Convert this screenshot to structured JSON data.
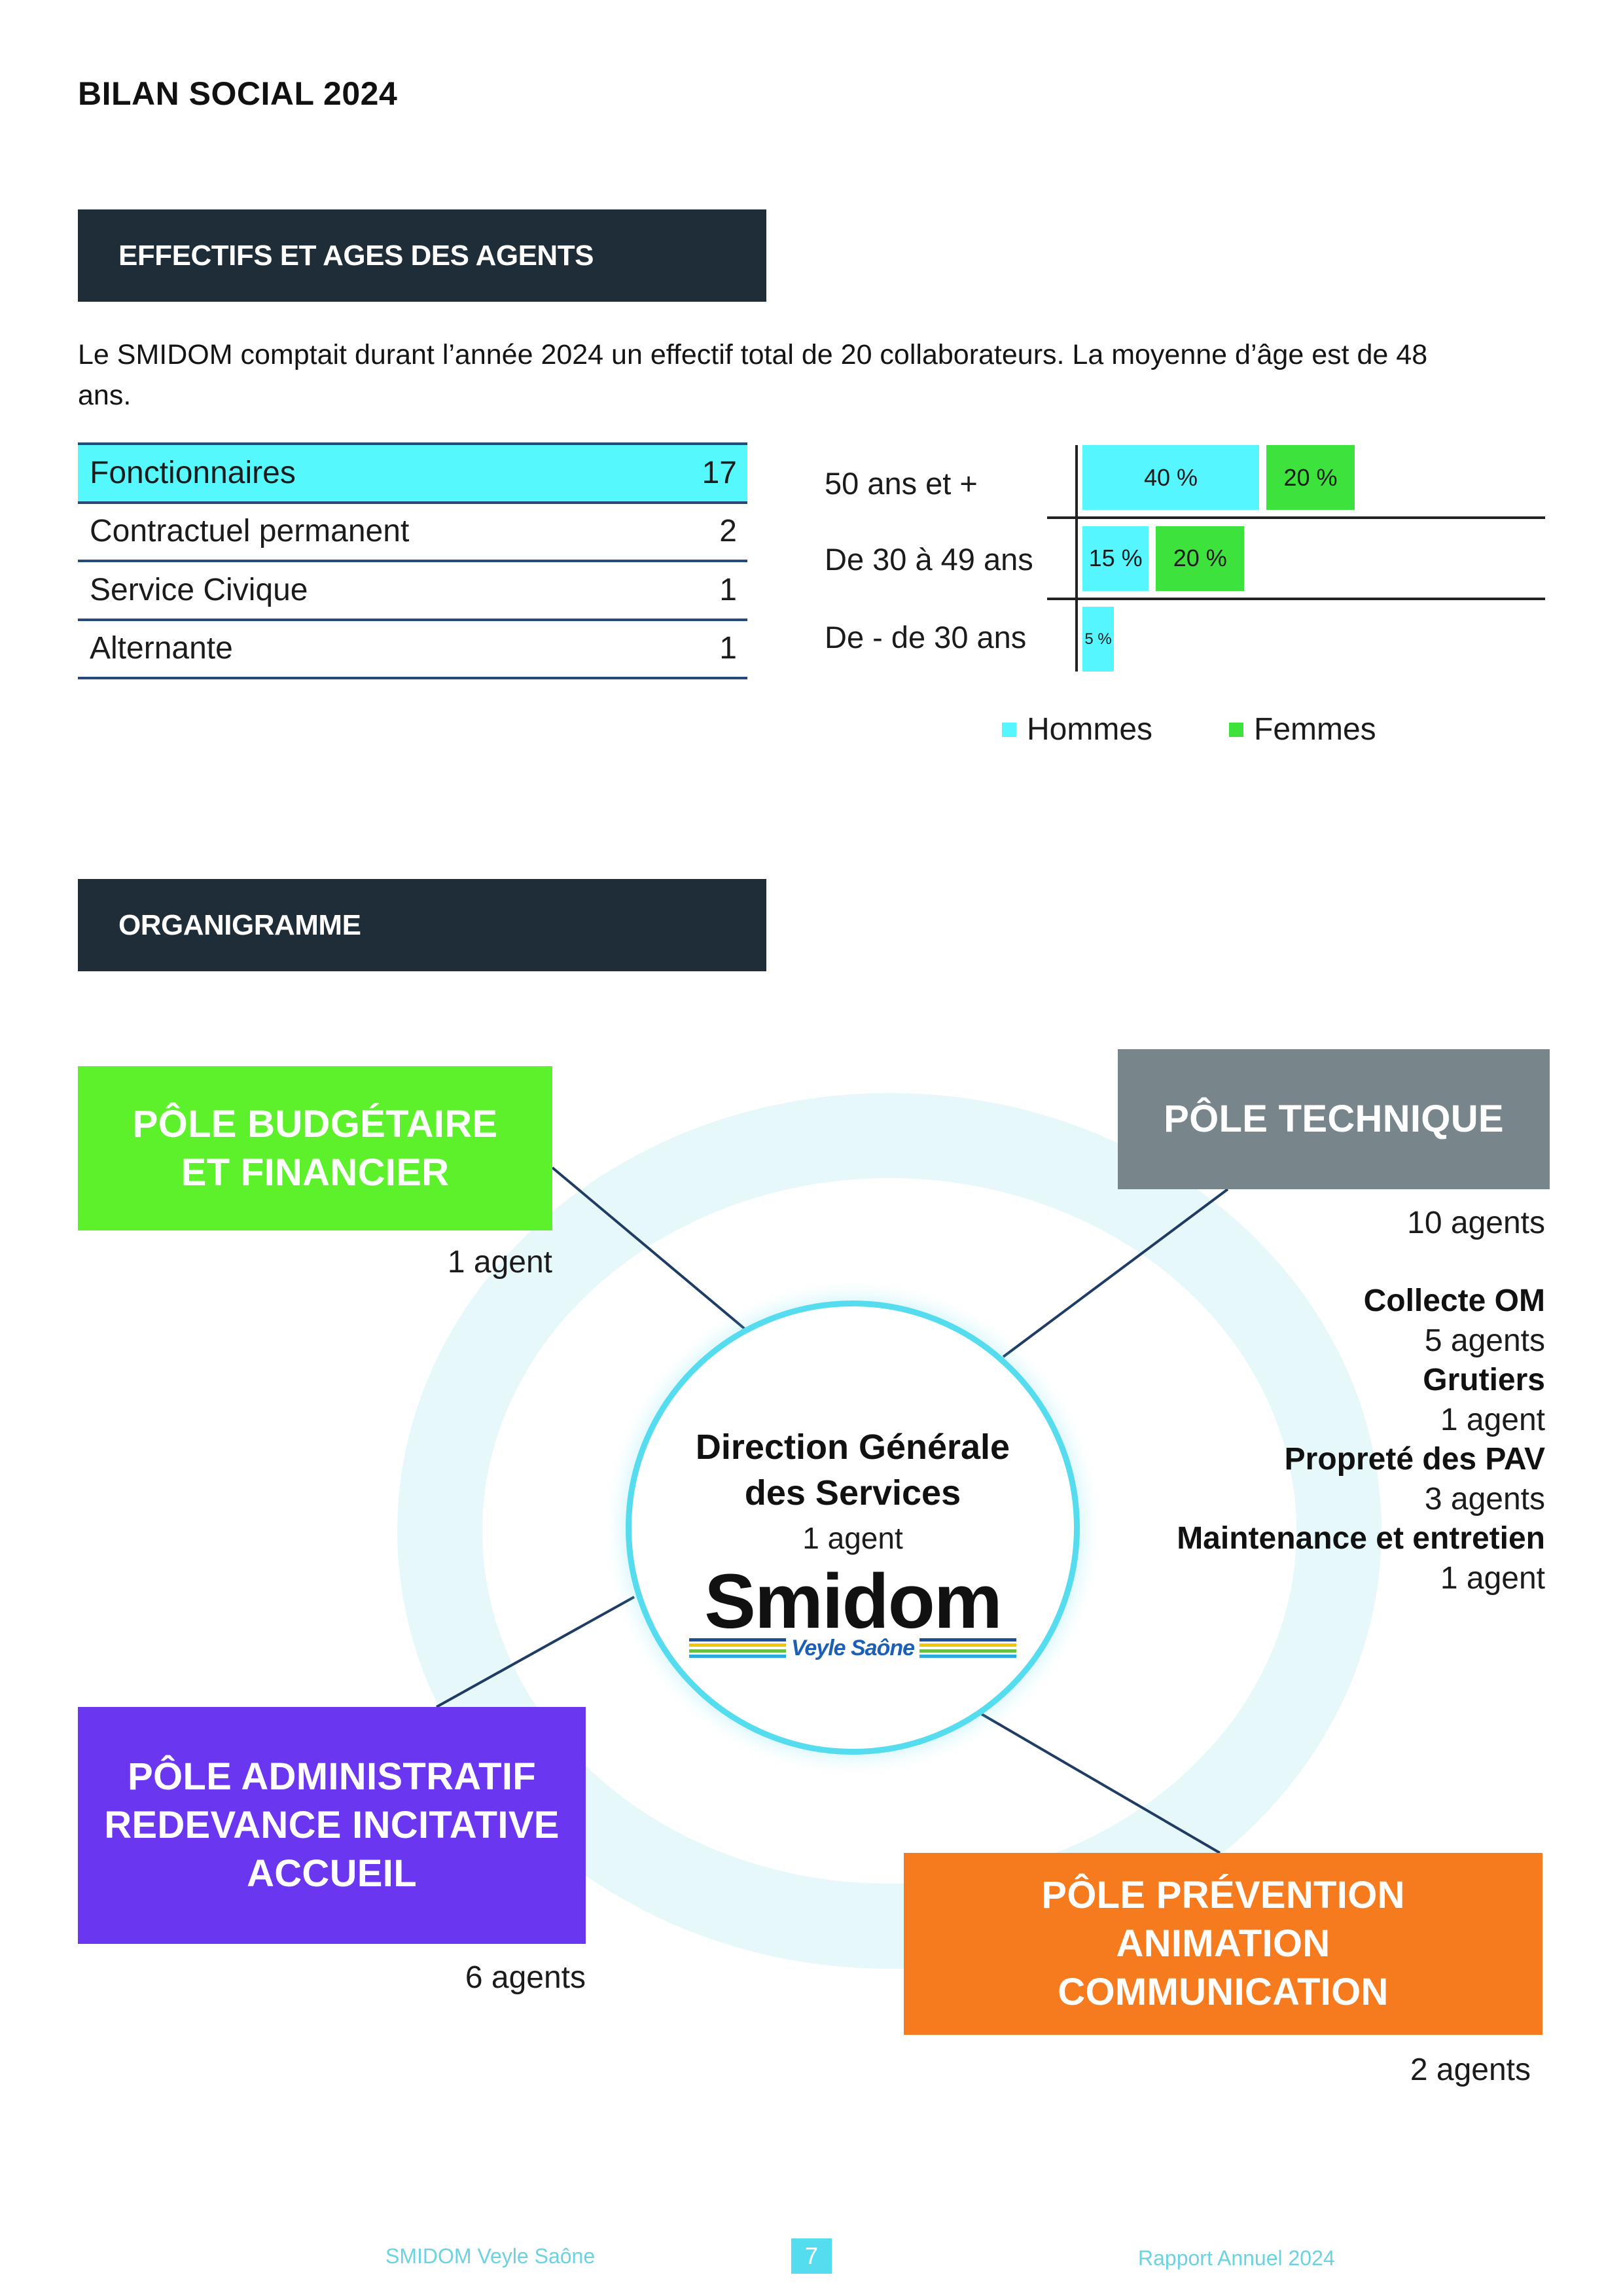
{
  "document": {
    "title": "BILAN SOCIAL 2024"
  },
  "theme": {
    "section_header_bg": "#1e2d37",
    "highlight_row": "#55f8fc",
    "accent": "#55dcee"
  },
  "effectifs": {
    "heading": "EFFECTIFS ET AGES DES AGENTS",
    "intro": "Le SMIDOM comptait durant l’année 2024 un effectif total de 20 collaborateurs. La moyenne d’âge est de 48 ans.",
    "table": [
      {
        "label": "Fonctionnaires",
        "count": "17",
        "highlighted": true
      },
      {
        "label": "Contractuel permanent",
        "count": "2",
        "highlighted": false
      },
      {
        "label": "Service Civique",
        "count": "1",
        "highlighted": false
      },
      {
        "label": "Alternante",
        "count": "1",
        "highlighted": false
      }
    ]
  },
  "chart_data": {
    "type": "bar",
    "orientation": "horizontal",
    "categories": [
      "50 ans et +",
      "De 30 à 49 ans",
      "De - de 30 ans"
    ],
    "series": [
      {
        "name": "Hommes",
        "values": [
          40,
          15,
          5
        ],
        "data_labels": [
          "40 %",
          "15 %",
          "5 %"
        ],
        "color": "#55f6ff"
      },
      {
        "name": "Femmes",
        "values": [
          20,
          20,
          null
        ],
        "data_labels": [
          "20 %",
          "20 %",
          null
        ],
        "color": "#3de23d"
      }
    ],
    "legend": "bottom"
  },
  "organigramme": {
    "heading": "ORGANIGRAMME",
    "center": {
      "title_lines": [
        "Direction Générale",
        "des Services"
      ],
      "count": "1 agent",
      "logo": {
        "wordmark": "Smidom",
        "tagline": "Veyle Saône"
      }
    },
    "poles": {
      "budget": {
        "lines": [
          "PÔLE BUDGÉTAIRE",
          "ET FINANCIER"
        ],
        "count": "1 agent",
        "color": "#5cf12b"
      },
      "technique": {
        "lines": [
          "PÔLE TECHNIQUE"
        ],
        "count": "10 agents",
        "color": "#78868c",
        "teams": [
          {
            "name": "Collecte OM",
            "count": "5 agents"
          },
          {
            "name": "Grutiers",
            "count": "1 agent"
          },
          {
            "name": "Propreté des PAV",
            "count": "3 agents"
          },
          {
            "name": "Maintenance et entretien",
            "count": "1 agent"
          }
        ]
      },
      "administratif": {
        "lines": [
          "PÔLE ADMINISTRATIF",
          "REDEVANCE INCITATIVE",
          "ACCUEIL"
        ],
        "count": "6 agents",
        "color": "#6a36ef"
      },
      "prevention": {
        "lines": [
          "PÔLE PRÉVENTION",
          "ANIMATION",
          "COMMUNICATION"
        ],
        "count": "2 agents",
        "color": "#f67b1f"
      }
    }
  },
  "footer": {
    "left": "SMIDOM Veyle Saône",
    "page_number": "7",
    "right": "Rapport Annuel 2024"
  }
}
